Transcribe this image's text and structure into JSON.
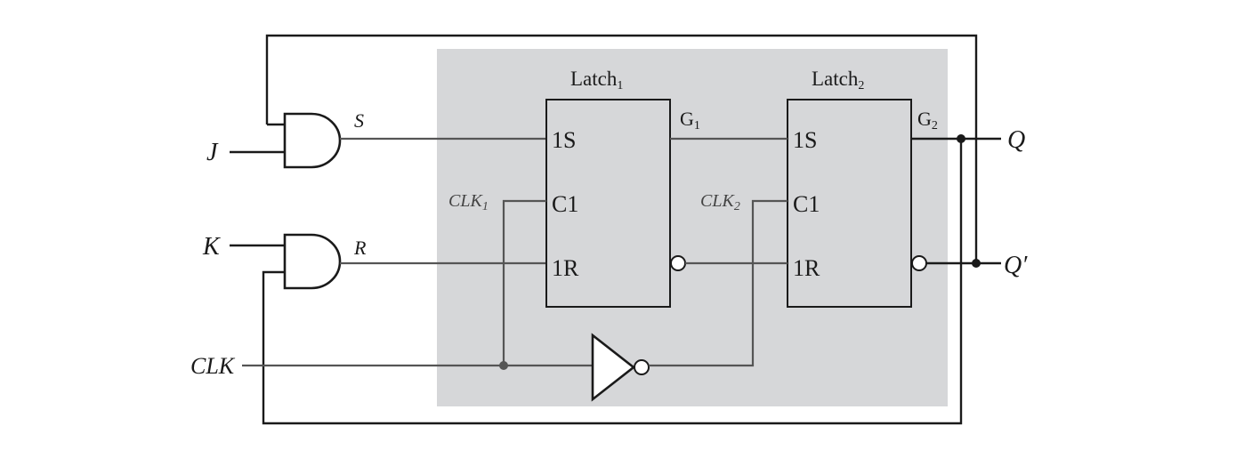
{
  "inputs": {
    "j": "J",
    "k": "K",
    "clk": "CLK"
  },
  "outputs": {
    "q": "Q",
    "q_bar": "Q′"
  },
  "signals": {
    "s": "S",
    "r": "R",
    "g1": {
      "base": "G",
      "sub": "1"
    },
    "g2": {
      "base": "G",
      "sub": "2"
    },
    "clk1": {
      "base": "CLK",
      "sub": "1"
    },
    "clk2": {
      "base": "CLK",
      "sub": "2"
    }
  },
  "latch1": {
    "title": {
      "base": "Latch",
      "sub": "1"
    },
    "pins": {
      "s": "1S",
      "c": "C1",
      "r": "1R"
    }
  },
  "latch2": {
    "title": {
      "base": "Latch",
      "sub": "2"
    },
    "pins": {
      "s": "1S",
      "c": "C1",
      "r": "1R"
    }
  },
  "colors": {
    "shaded_region": "#d6d7d9",
    "line": "#1a1a1a"
  }
}
